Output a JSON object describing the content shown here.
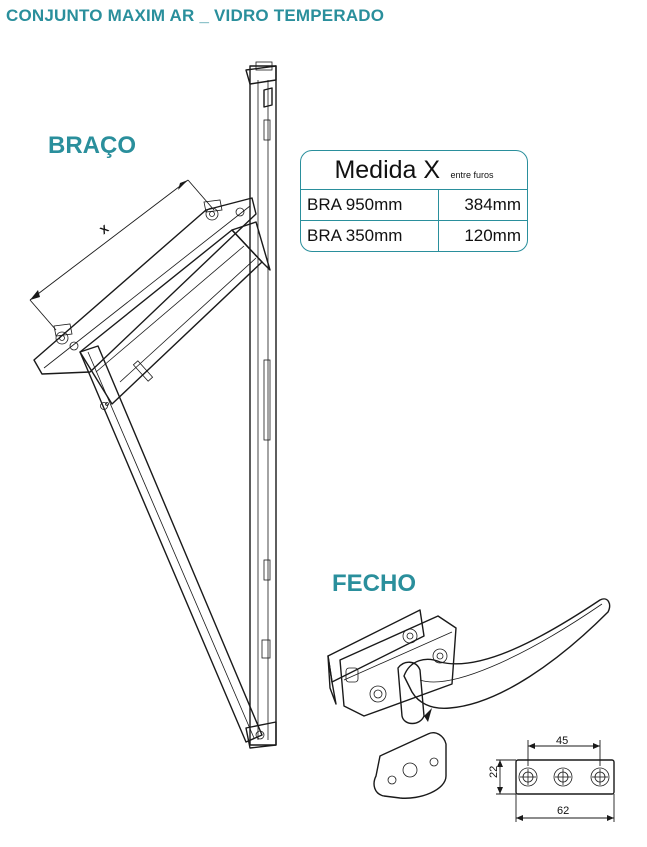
{
  "title": "CONJUNTO MAXIM AR _ VIDRO TEMPERADO",
  "labels": {
    "braco": "BRAÇO",
    "fecho": "FECHO",
    "x_dimension": "X"
  },
  "spec_table": {
    "header": "Medida X",
    "header_note": "entre furos",
    "rows": [
      {
        "model": "BRA 950mm",
        "measure": "384mm"
      },
      {
        "model": "BRA 350mm",
        "measure": "120mm"
      }
    ]
  },
  "fecho_dimensions": {
    "hole_spacing": "45",
    "height": "22",
    "length": "62"
  },
  "colors": {
    "accent": "#2a8f9c",
    "line": "#1a1a1a"
  }
}
